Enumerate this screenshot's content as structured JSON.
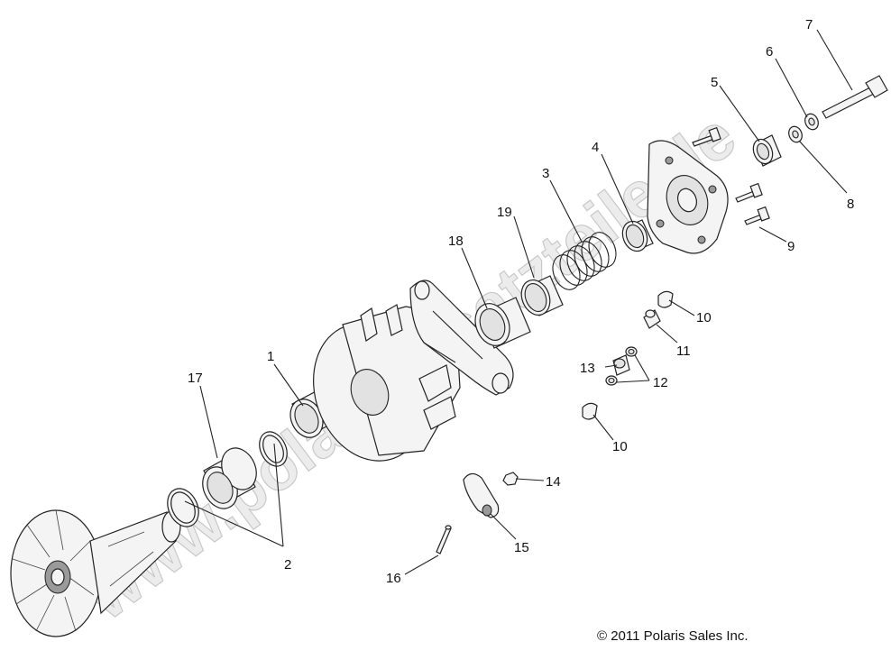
{
  "watermark": "www.polarisersatzteile.de",
  "copyright": "© 2011 Polaris Sales Inc.",
  "callouts": [
    "1",
    "2",
    "3",
    "4",
    "5",
    "6",
    "7",
    "8",
    "9",
    "10",
    "10",
    "11",
    "12",
    "13",
    "14",
    "15",
    "16",
    "17",
    "18",
    "19"
  ]
}
